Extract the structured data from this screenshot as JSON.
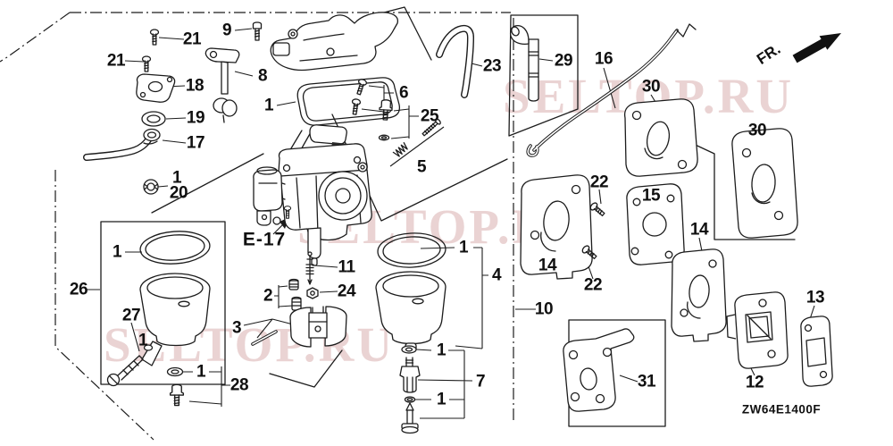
{
  "diagram": {
    "code": "ZW64E1400F",
    "subassembly_ref": "E-17",
    "front_direction_label": "FR.",
    "watermark_text": "SELTOP.RU",
    "line_color": "#1c1c1c",
    "watermark_color": "#c48282"
  },
  "callouts": [
    {
      "ref": "21"
    },
    {
      "ref": "21"
    },
    {
      "ref": "9"
    },
    {
      "ref": "18"
    },
    {
      "ref": "8"
    },
    {
      "ref": "19"
    },
    {
      "ref": "17"
    },
    {
      "ref": "1"
    },
    {
      "ref": "20"
    },
    {
      "ref": "23"
    },
    {
      "ref": "1"
    },
    {
      "ref": "6"
    },
    {
      "ref": "25"
    },
    {
      "ref": "5"
    },
    {
      "ref": "29"
    },
    {
      "ref": "16"
    },
    {
      "ref": "30"
    },
    {
      "ref": "30"
    },
    {
      "ref": "22"
    },
    {
      "ref": "15"
    },
    {
      "ref": "14"
    },
    {
      "ref": "14"
    },
    {
      "ref": "22"
    },
    {
      "ref": "13"
    },
    {
      "ref": "10"
    },
    {
      "ref": "31"
    },
    {
      "ref": "12"
    },
    {
      "ref": "11"
    },
    {
      "ref": "2"
    },
    {
      "ref": "24"
    },
    {
      "ref": "1"
    },
    {
      "ref": "4"
    },
    {
      "ref": "26"
    },
    {
      "ref": "1"
    },
    {
      "ref": "27"
    },
    {
      "ref": "1"
    },
    {
      "ref": "1"
    },
    {
      "ref": "28"
    },
    {
      "ref": "3"
    },
    {
      "ref": "1"
    },
    {
      "ref": "7"
    },
    {
      "ref": "1"
    }
  ]
}
